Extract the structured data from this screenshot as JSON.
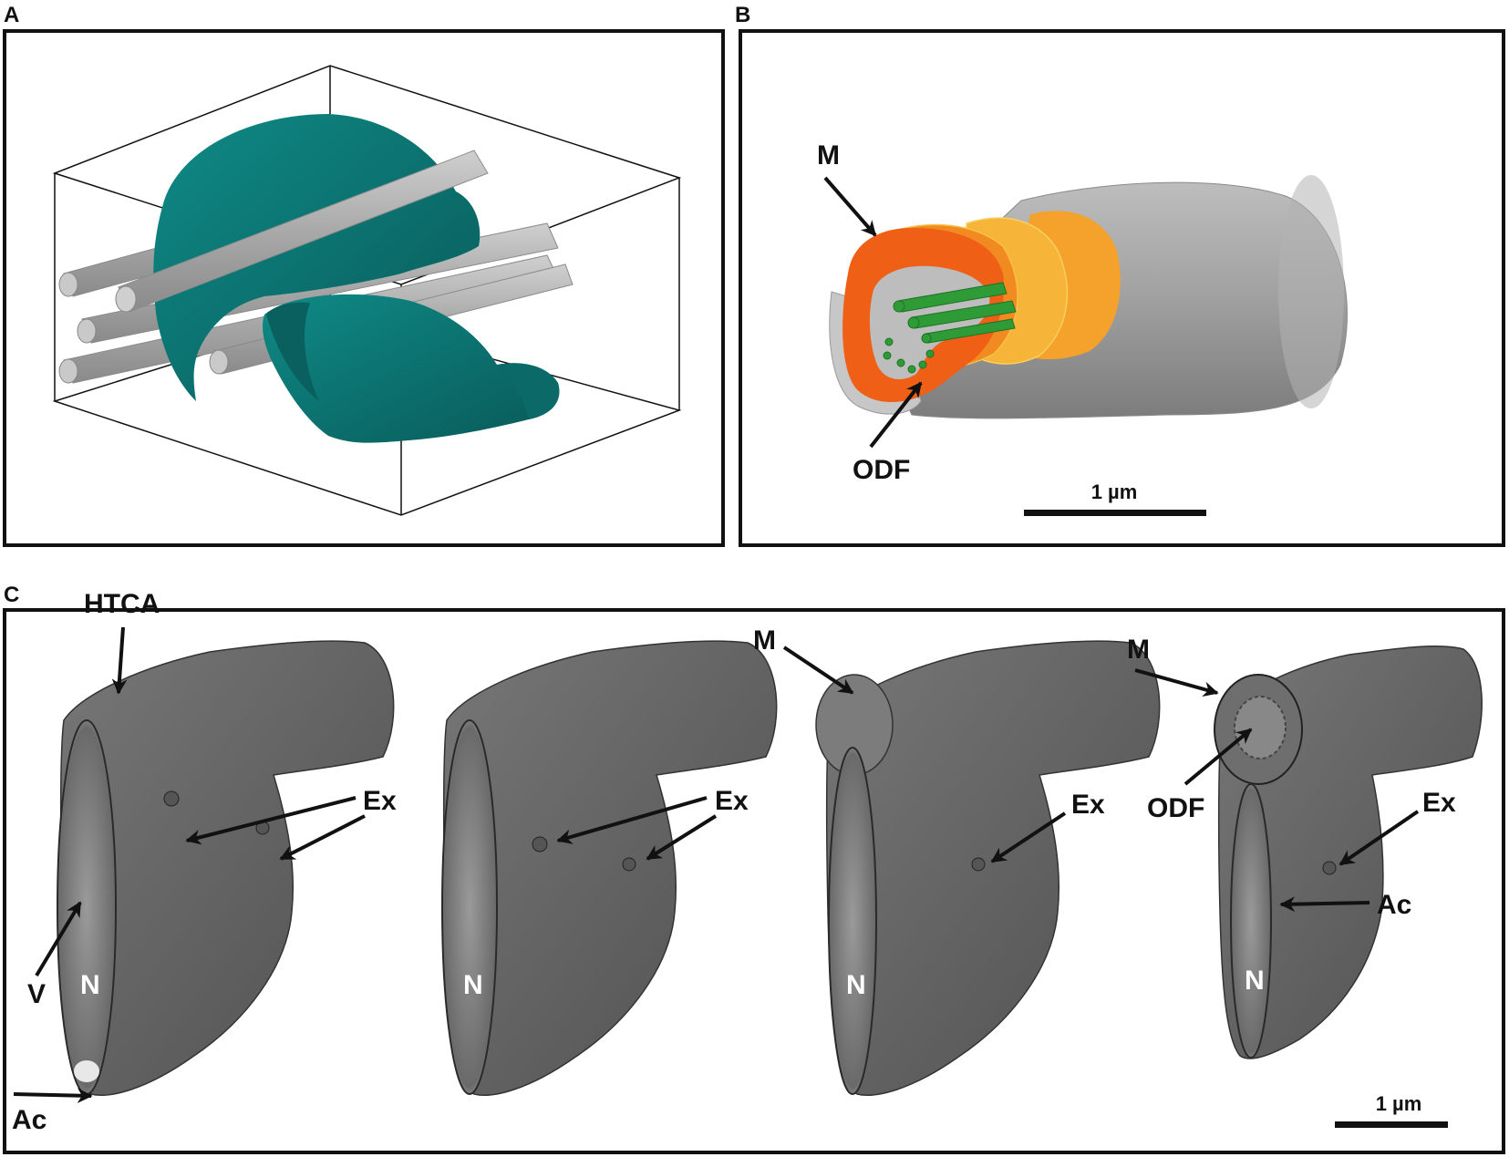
{
  "panels": {
    "a": {
      "letter": "A"
    },
    "b": {
      "letter": "B",
      "labels": {
        "m": "M",
        "odf": "ODF"
      },
      "scale_bar": "1 µm"
    },
    "c": {
      "letter": "C",
      "labels": {
        "htca": "HTCA",
        "ex": "Ex",
        "v": "V",
        "n": "N",
        "ac": "Ac",
        "m": "M",
        "odf": "ODF"
      },
      "scale_bar": "1 µm"
    }
  },
  "colors": {
    "teal_surface": "#0e7a78",
    "fiber_gray": "#b8b8b8",
    "mitochondria_orange": "#f06418",
    "mitochondria_yellow": "#f6a830",
    "odf_green": "#2e9b36",
    "em_gray": "#6a6a6a"
  }
}
